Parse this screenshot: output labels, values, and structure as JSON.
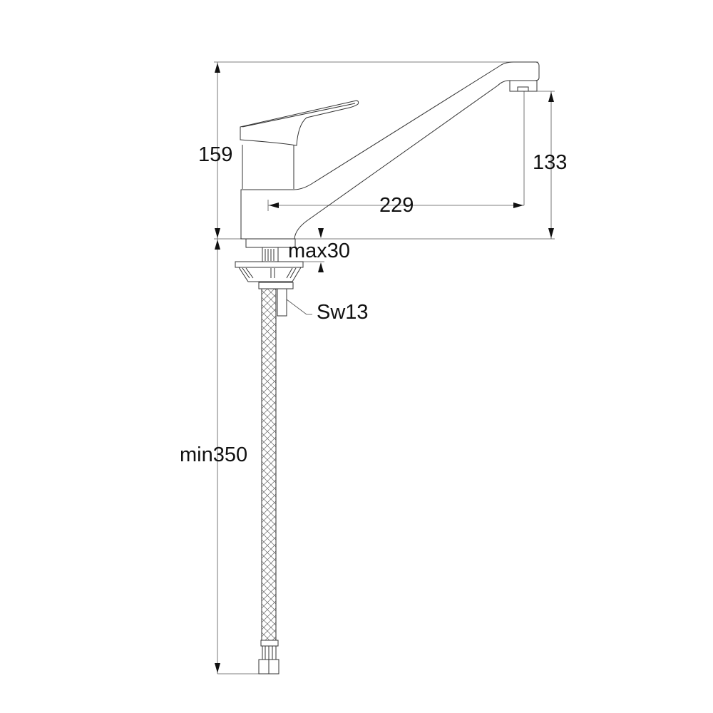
{
  "drawing": {
    "subject": "faucet-dimension-drawing",
    "dimensions": {
      "height": "159",
      "spout_height": "133",
      "spout_reach": "229",
      "max_mount_thickness": "max30",
      "wrench_size": "Sw13",
      "hose_length": "min350"
    },
    "line_color": "#222222"
  }
}
